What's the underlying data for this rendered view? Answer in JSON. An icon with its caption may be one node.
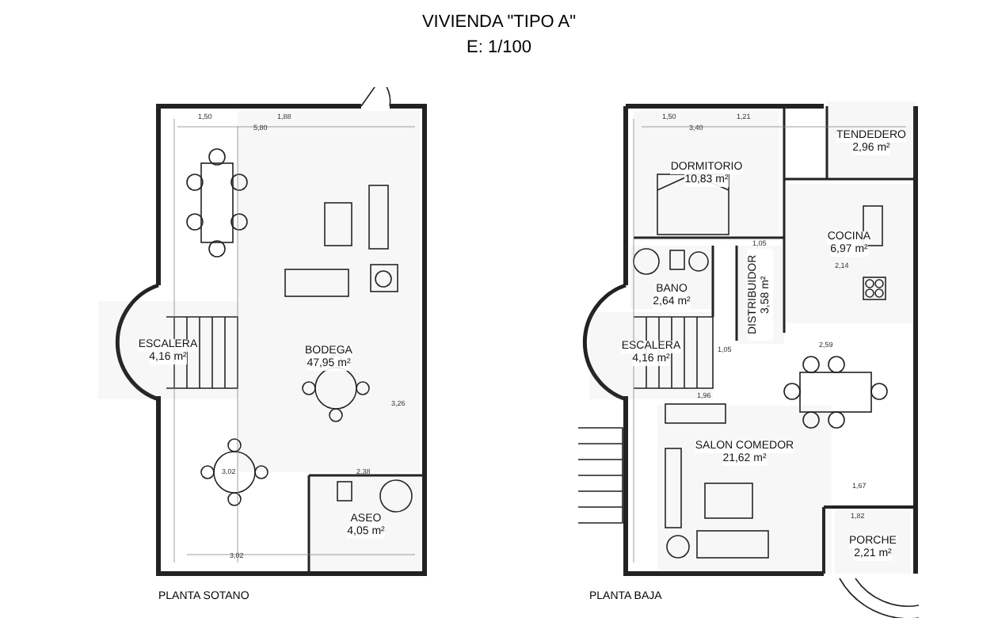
{
  "diagram": {
    "title": "VIVIENDA \"TIPO A\"",
    "nodes": [
      {
        "text": [
          "PLANTA SOTANO"
        ]
      },
      {
        "text": [
          "ESCALERA",
          "4,16 m²"
        ],
        "in": 0
      },
      {
        "text": [
          "BODEGA",
          "47,95 m²"
        ],
        "in": 0
      },
      {
        "text": [
          "ASEO",
          "4,05 m²"
        ],
        "in": 0
      },
      {
        "text": [
          "PLANTA BAJA"
        ]
      },
      {
        "text": [
          "DORMITORIO",
          "10,83 m²"
        ],
        "in": 4
      },
      {
        "text": [
          "TENDEDERO",
          "2,96 m²"
        ],
        "in": 4
      },
      {
        "text": [
          "COCINA",
          "6,97 m²"
        ],
        "in": 4
      },
      {
        "text": [
          "BANO",
          "2,64 m²"
        ],
        "in": 4
      },
      {
        "text": [
          "DISTRIBUIDOR",
          "3,58 m²"
        ],
        "in": 4
      },
      {
        "text": [
          "ESCALERA",
          "4,16 m²"
        ],
        "in": 4
      },
      {
        "text": [
          "SALON COMEDOR",
          "21,62 m²"
        ],
        "in": 4
      },
      {
        "text": [
          "PORCHE",
          "2,21 m²"
        ],
        "in": 4
      }
    ],
    "labels": [
      "E: 1/100",
      "1,50",
      "1,88",
      "5,80",
      "3,02",
      "2,38",
      "3,26",
      "3,02",
      "1,50",
      "1,21",
      "3,40",
      "1,05",
      "2,14",
      "1,05",
      "2,59",
      "1,96",
      "1,67",
      "1,82"
    ]
  }
}
